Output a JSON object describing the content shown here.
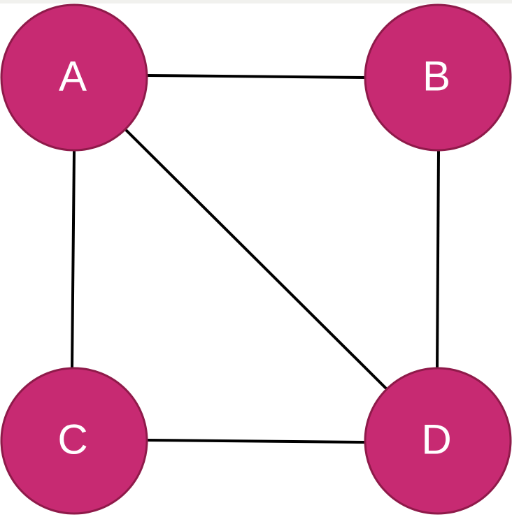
{
  "colors": {
    "node_fill": "#c72a72",
    "node_stroke": "#8f1a4a",
    "label": "#ffffff",
    "edge": "#000000"
  },
  "nodes": [
    {
      "id": "A",
      "label": "A"
    },
    {
      "id": "B",
      "label": "B"
    },
    {
      "id": "C",
      "label": "C"
    },
    {
      "id": "D",
      "label": "D"
    }
  ],
  "edges": [
    {
      "from": "A",
      "to": "B"
    },
    {
      "from": "A",
      "to": "C"
    },
    {
      "from": "A",
      "to": "D"
    },
    {
      "from": "B",
      "to": "D"
    },
    {
      "from": "C",
      "to": "D"
    }
  ]
}
